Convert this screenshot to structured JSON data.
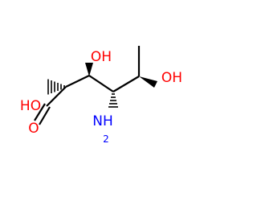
{
  "molecule": {
    "atoms": {
      "o_aldehyde": "O",
      "oh_c2": "HO",
      "oh_c3": "OH",
      "nh2": "NH",
      "nh2_subscript": "2",
      "oh_c5": "OH"
    }
  },
  "colors": {
    "bond": "#000000",
    "oxygen": "#ff0000",
    "nitrogen": "#0000ff"
  }
}
